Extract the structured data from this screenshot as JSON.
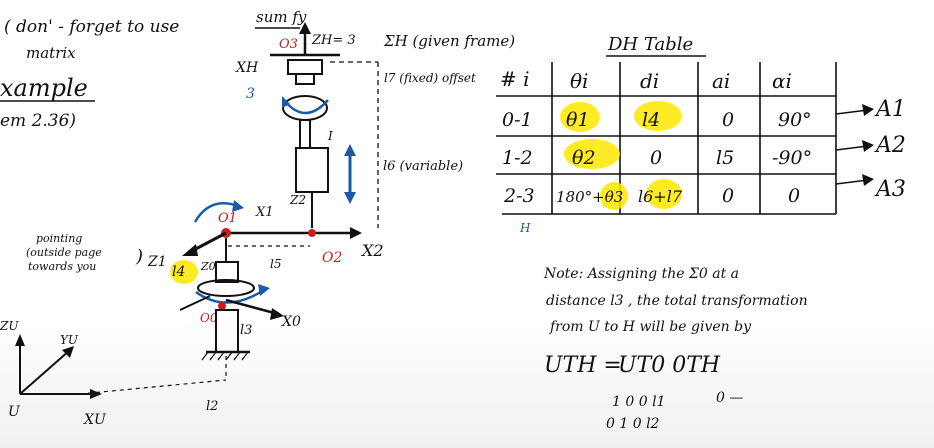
{
  "notes": {
    "left_line1": "( don' - forget to use",
    "left_line1b": "sum fy",
    "left_line2": "matrix",
    "example": "xample",
    "problem": "em 2.36)",
    "pointing": [
      "pointing",
      "(outside page",
      "towards you"
    ]
  },
  "frame_labels": {
    "sigma_h": "ΣH (given frame)",
    "z_h": "ZH= 3",
    "x_h": "XH",
    "x_h_num": "3",
    "o3": "O3",
    "o1": "O1",
    "o2": "O2",
    "o0": "O0",
    "x1": "X1",
    "z1": "Z1",
    "z2": "Z2",
    "x2": "X2",
    "z0": "Z0",
    "x0": "X0",
    "l7": "l7 (fixed) offset",
    "l6": "l6 (variable)",
    "l5": "l5",
    "l4": "l4",
    "l3": "l3",
    "l2": "l2",
    "joint_I": "I",
    "u": "U",
    "x_u": "XU",
    "y_u": "YU",
    "z_u": "ZU"
  },
  "dh_table": {
    "title": "DH Table",
    "headers": [
      "# i",
      "θi",
      "di",
      "ai",
      "αi"
    ],
    "rows": [
      {
        "i": "0-1",
        "theta": "θ1",
        "d": "l4",
        "a": "0",
        "alpha": "90°",
        "A": "A1"
      },
      {
        "i": "1-2",
        "theta": "θ2",
        "d": "0",
        "a": "l5",
        "alpha": "-90°",
        "A": "A2"
      },
      {
        "i": "2-3",
        "theta": "180°+θ3",
        "d": "l6+l7",
        "a": "0",
        "alpha": "0",
        "A": "A3"
      }
    ],
    "h_mark": "H"
  },
  "note": {
    "line1": "Note: Assigning the Σ0 at a",
    "line2": "distance l3 , the total transformation",
    "line3": "from U to H will be given by"
  },
  "equation": {
    "lhs": "UTH =",
    "rhs": "UT0 0TH",
    "matrix_row1": "1 0 0 l1",
    "matrix_row2": "0 1 0 l2",
    "trail": "0 —"
  }
}
